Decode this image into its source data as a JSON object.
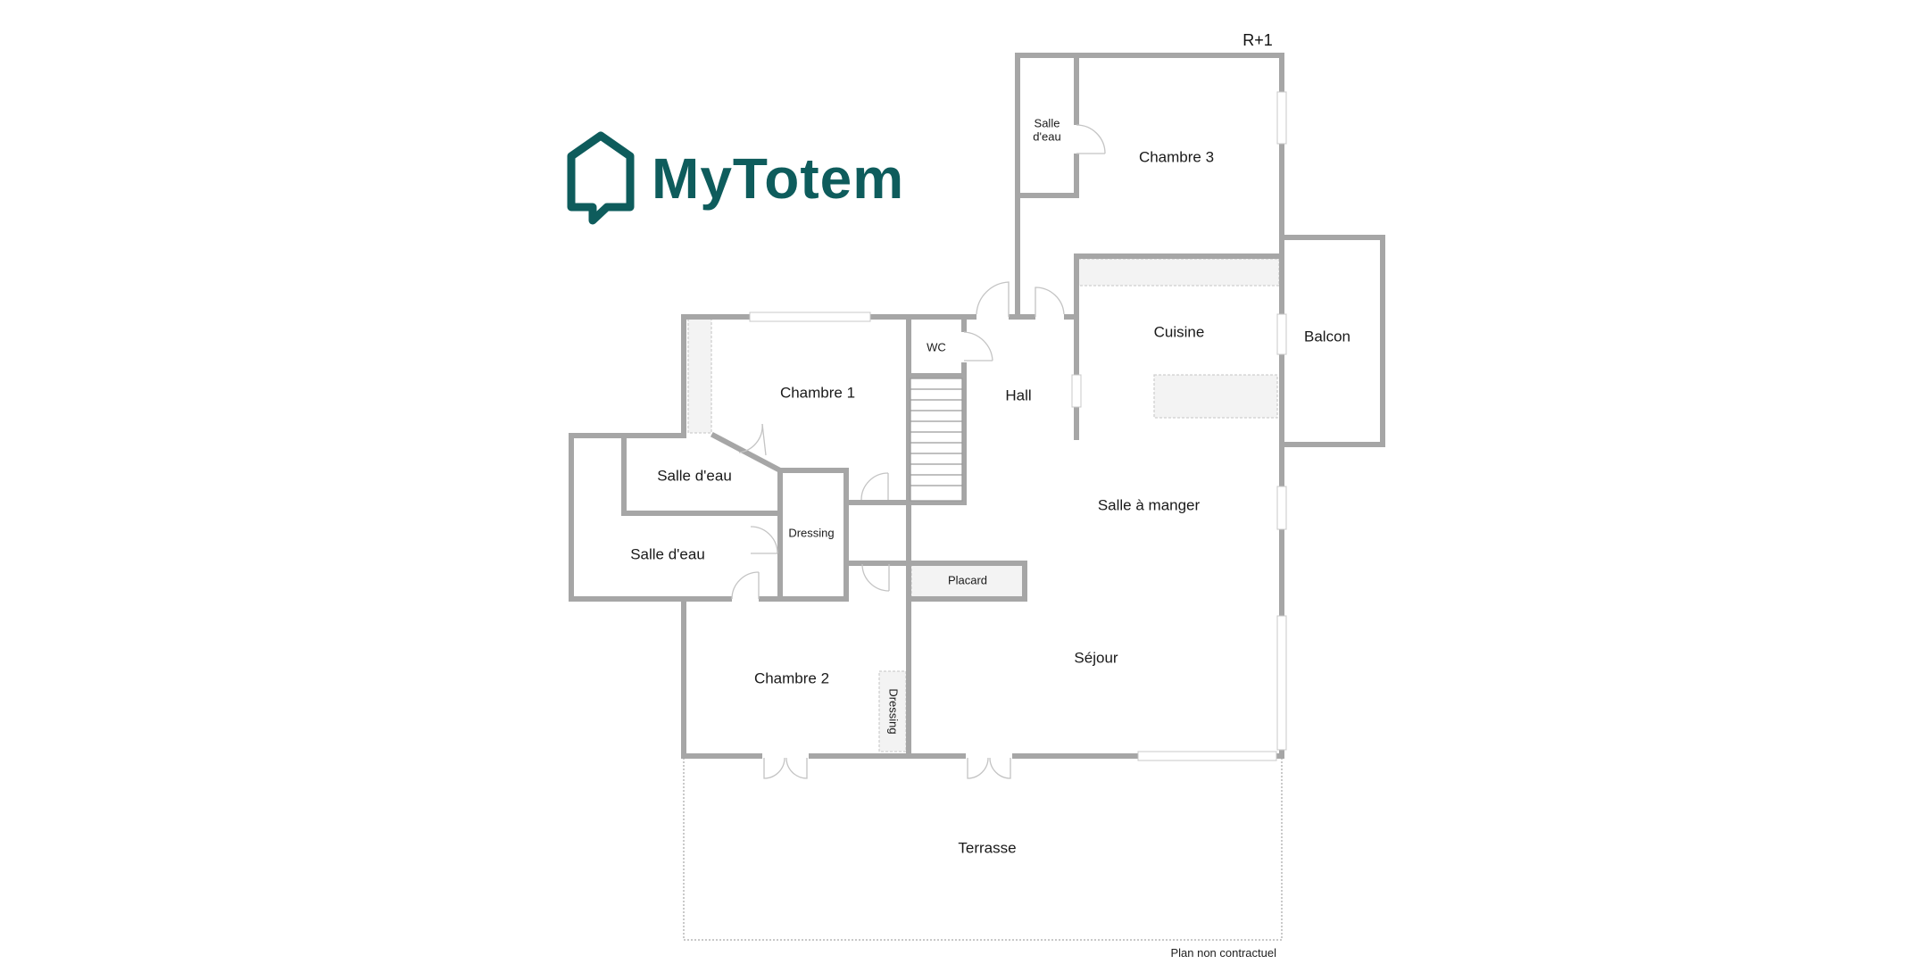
{
  "brand": {
    "name": "MyTotem",
    "color": "#0e5c5c",
    "logo_icon": "house-chat-icon"
  },
  "plan": {
    "level": "R+1",
    "disclaimer": "Plan non contractuel",
    "wall_color": "#a6a6a6",
    "rooms": {
      "salle_deau_top_line1": "Salle",
      "salle_deau_top_line2": "d'eau",
      "chambre_3": "Chambre 3",
      "cuisine": "Cuisine",
      "balcon": "Balcon",
      "wc": "WC",
      "chambre_1": "Chambre 1",
      "hall": "Hall",
      "salle_deau_1": "Salle d'eau",
      "salle_deau_2": "Salle d'eau",
      "dressing_1": "Dressing",
      "salle_a_manger": "Salle à manger",
      "placard": "Placard",
      "sejour": "Séjour",
      "chambre_2": "Chambre 2",
      "dressing_2": "Dressing",
      "terrasse": "Terrasse"
    }
  }
}
